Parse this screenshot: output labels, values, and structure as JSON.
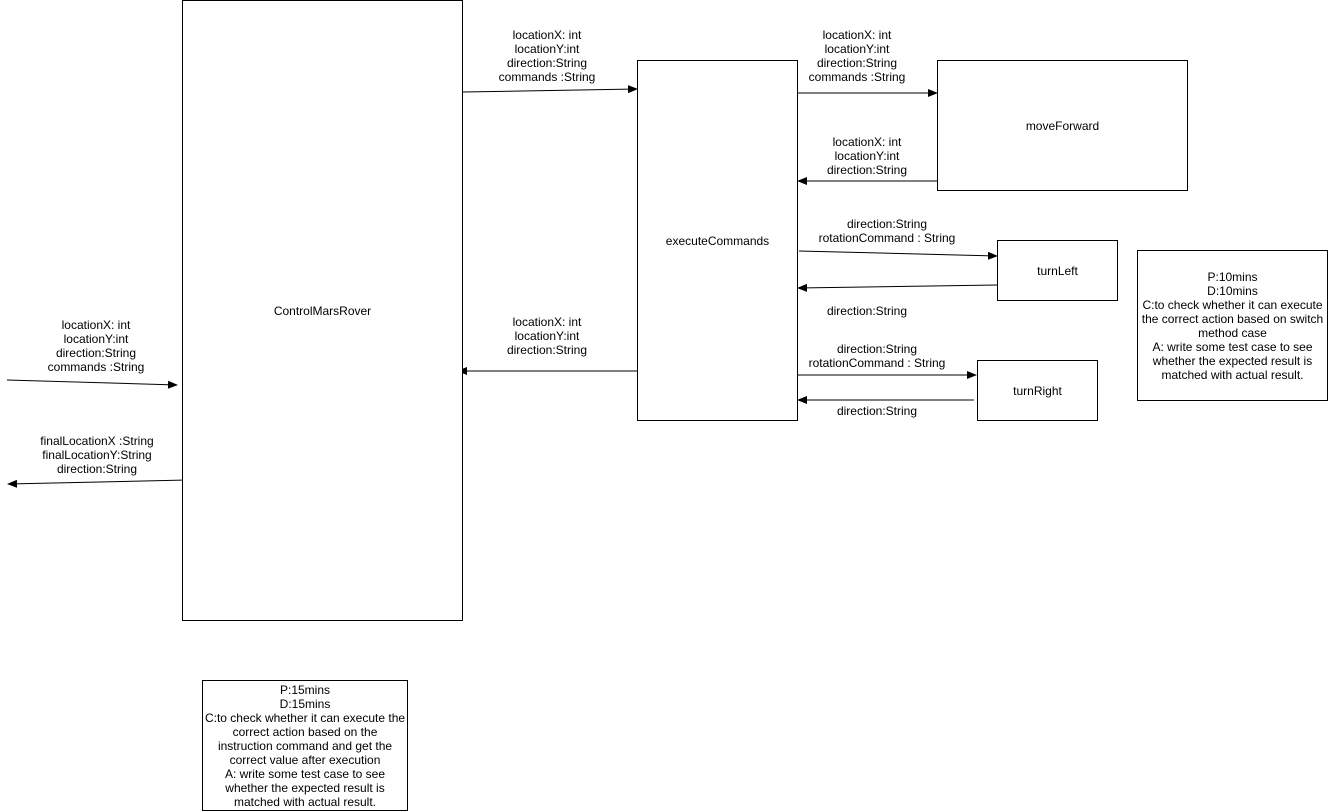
{
  "boxes": {
    "control_mars_rover": "ControlMarsRover",
    "execute_commands": "executeCommands",
    "move_forward": "moveForward",
    "turn_left": "turnLeft",
    "turn_right": "turnRight"
  },
  "labels": {
    "input_to_rover": [
      "locationX: int",
      "locationY:int",
      "direction:String",
      "commands :String"
    ],
    "output_from_rover": [
      "finalLocationX :String",
      "finalLocationY:String",
      "direction:String"
    ],
    "rover_to_execute": [
      "locationX: int",
      "locationY:int",
      "direction:String",
      "commands :String"
    ],
    "execute_to_rover": [
      "locationX: int",
      "locationY:int",
      "direction:String"
    ],
    "execute_to_move": [
      "locationX: int",
      "locationY:int",
      "direction:String",
      "commands :String"
    ],
    "move_to_execute": [
      "locationX: int",
      "locationY:int",
      "direction:String"
    ],
    "execute_to_left": [
      "direction:String",
      "rotationCommand : String"
    ],
    "left_to_execute": [
      "direction:String"
    ],
    "execute_to_right": [
      "direction:String",
      "rotationCommand : String"
    ],
    "right_to_execute": [
      "direction:String"
    ]
  },
  "notes": {
    "control_note": [
      "P:15mins",
      "D:15mins",
      "C:to check whether it can execute the correct action based on the instruction command and get the correct value after execution",
      "A: write some test case to see whether the expected result is matched with actual result."
    ],
    "execute_note": [
      "P:10mins",
      "D:10mins",
      "C:to check whether it can execute the correct action based on switch method case",
      "A: write some test case to see whether the expected result is matched with actual result."
    ]
  }
}
